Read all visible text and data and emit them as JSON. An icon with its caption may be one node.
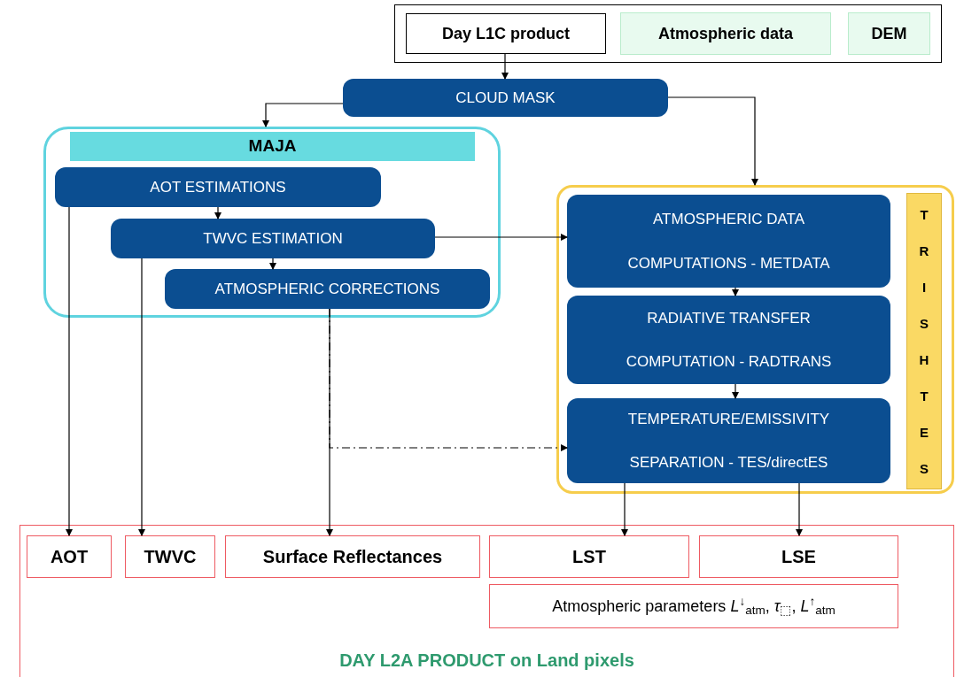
{
  "diagram": {
    "nodes": [
      {
        "text": [],
        "shape": "box"
      },
      {
        "text": [
          "Day L1C product"
        ],
        "in": 0
      },
      {
        "text": [
          "Atmospheric data"
        ],
        "in": 0
      },
      {
        "text": [
          "DEM"
        ],
        "in": 0
      },
      {
        "text": [
          "CLOUD MASK"
        ]
      },
      {
        "text": [],
        "shape": "box"
      },
      {
        "text": [
          "MAJA"
        ],
        "in": 5
      },
      {
        "text": [
          "AOT ESTIMATIONS"
        ],
        "in": 5
      },
      {
        "text": [
          "TWVC ESTIMATION"
        ],
        "in": 5
      },
      {
        "text": [
          "ATMOSPHERIC CORRECTIONS"
        ],
        "in": 5
      },
      {
        "text": [],
        "shape": "box"
      },
      {
        "text": [
          "ATMOSPHERIC DATA",
          "COMPUTATIONS - METDATA"
        ],
        "in": 10
      },
      {
        "text": [
          "RADIATIVE TRANSFER",
          "COMPUTATION - RADTRANS"
        ],
        "in": 10
      },
      {
        "text": [
          "TEMPERATURE/EMISSIVITY",
          "SEPARATION  - TES/directES"
        ],
        "in": 10
      },
      {
        "text": [
          "TRISHTES"
        ],
        "in": 10
      },
      {
        "text": [
          "DAY L2A PRODUCT on Land pixels"
        ]
      },
      {
        "text": [
          "AOT"
        ],
        "in": 15
      },
      {
        "text": [
          "TWVC"
        ],
        "in": 15
      },
      {
        "text": [
          "Surface Reflectances"
        ],
        "in": 15
      },
      {
        "text": [
          "LST"
        ],
        "in": 15
      },
      {
        "text": [
          "LSE"
        ],
        "in": 15
      },
      {
        "text": [
          "Atmospheric parameters *L*$^{↓}$$_{atm}$, *τ*$_{⬚}$, *L*$^{↑}$$_{atm}$"
        ],
        "in": 15
      }
    ],
    "edges": [
      {
        "from": 1,
        "to": 4,
        "arrow": "to"
      },
      {
        "from": 4,
        "to": 5,
        "arrow": "to"
      },
      {
        "from": 4,
        "to": 10,
        "arrow": "to"
      },
      {
        "from": 7,
        "to": 8,
        "arrow": "to"
      },
      {
        "from": 8,
        "to": 9,
        "arrow": "to"
      },
      {
        "from": 8,
        "to": 11,
        "arrow": "to"
      },
      {
        "from": 11,
        "to": 12,
        "arrow": "to"
      },
      {
        "from": 12,
        "to": 13,
        "arrow": "to"
      },
      {
        "from": 7,
        "to": 16,
        "arrow": "to"
      },
      {
        "from": 8,
        "to": 17,
        "arrow": "to"
      },
      {
        "from": 9,
        "to": 18,
        "arrow": "to"
      },
      {
        "from": 9,
        "to": 13,
        "arrow": "to",
        "style": "dashed"
      },
      {
        "from": 13,
        "to": 19,
        "arrow": "to"
      },
      {
        "from": 13,
        "to": 20,
        "arrow": "to"
      }
    ]
  }
}
